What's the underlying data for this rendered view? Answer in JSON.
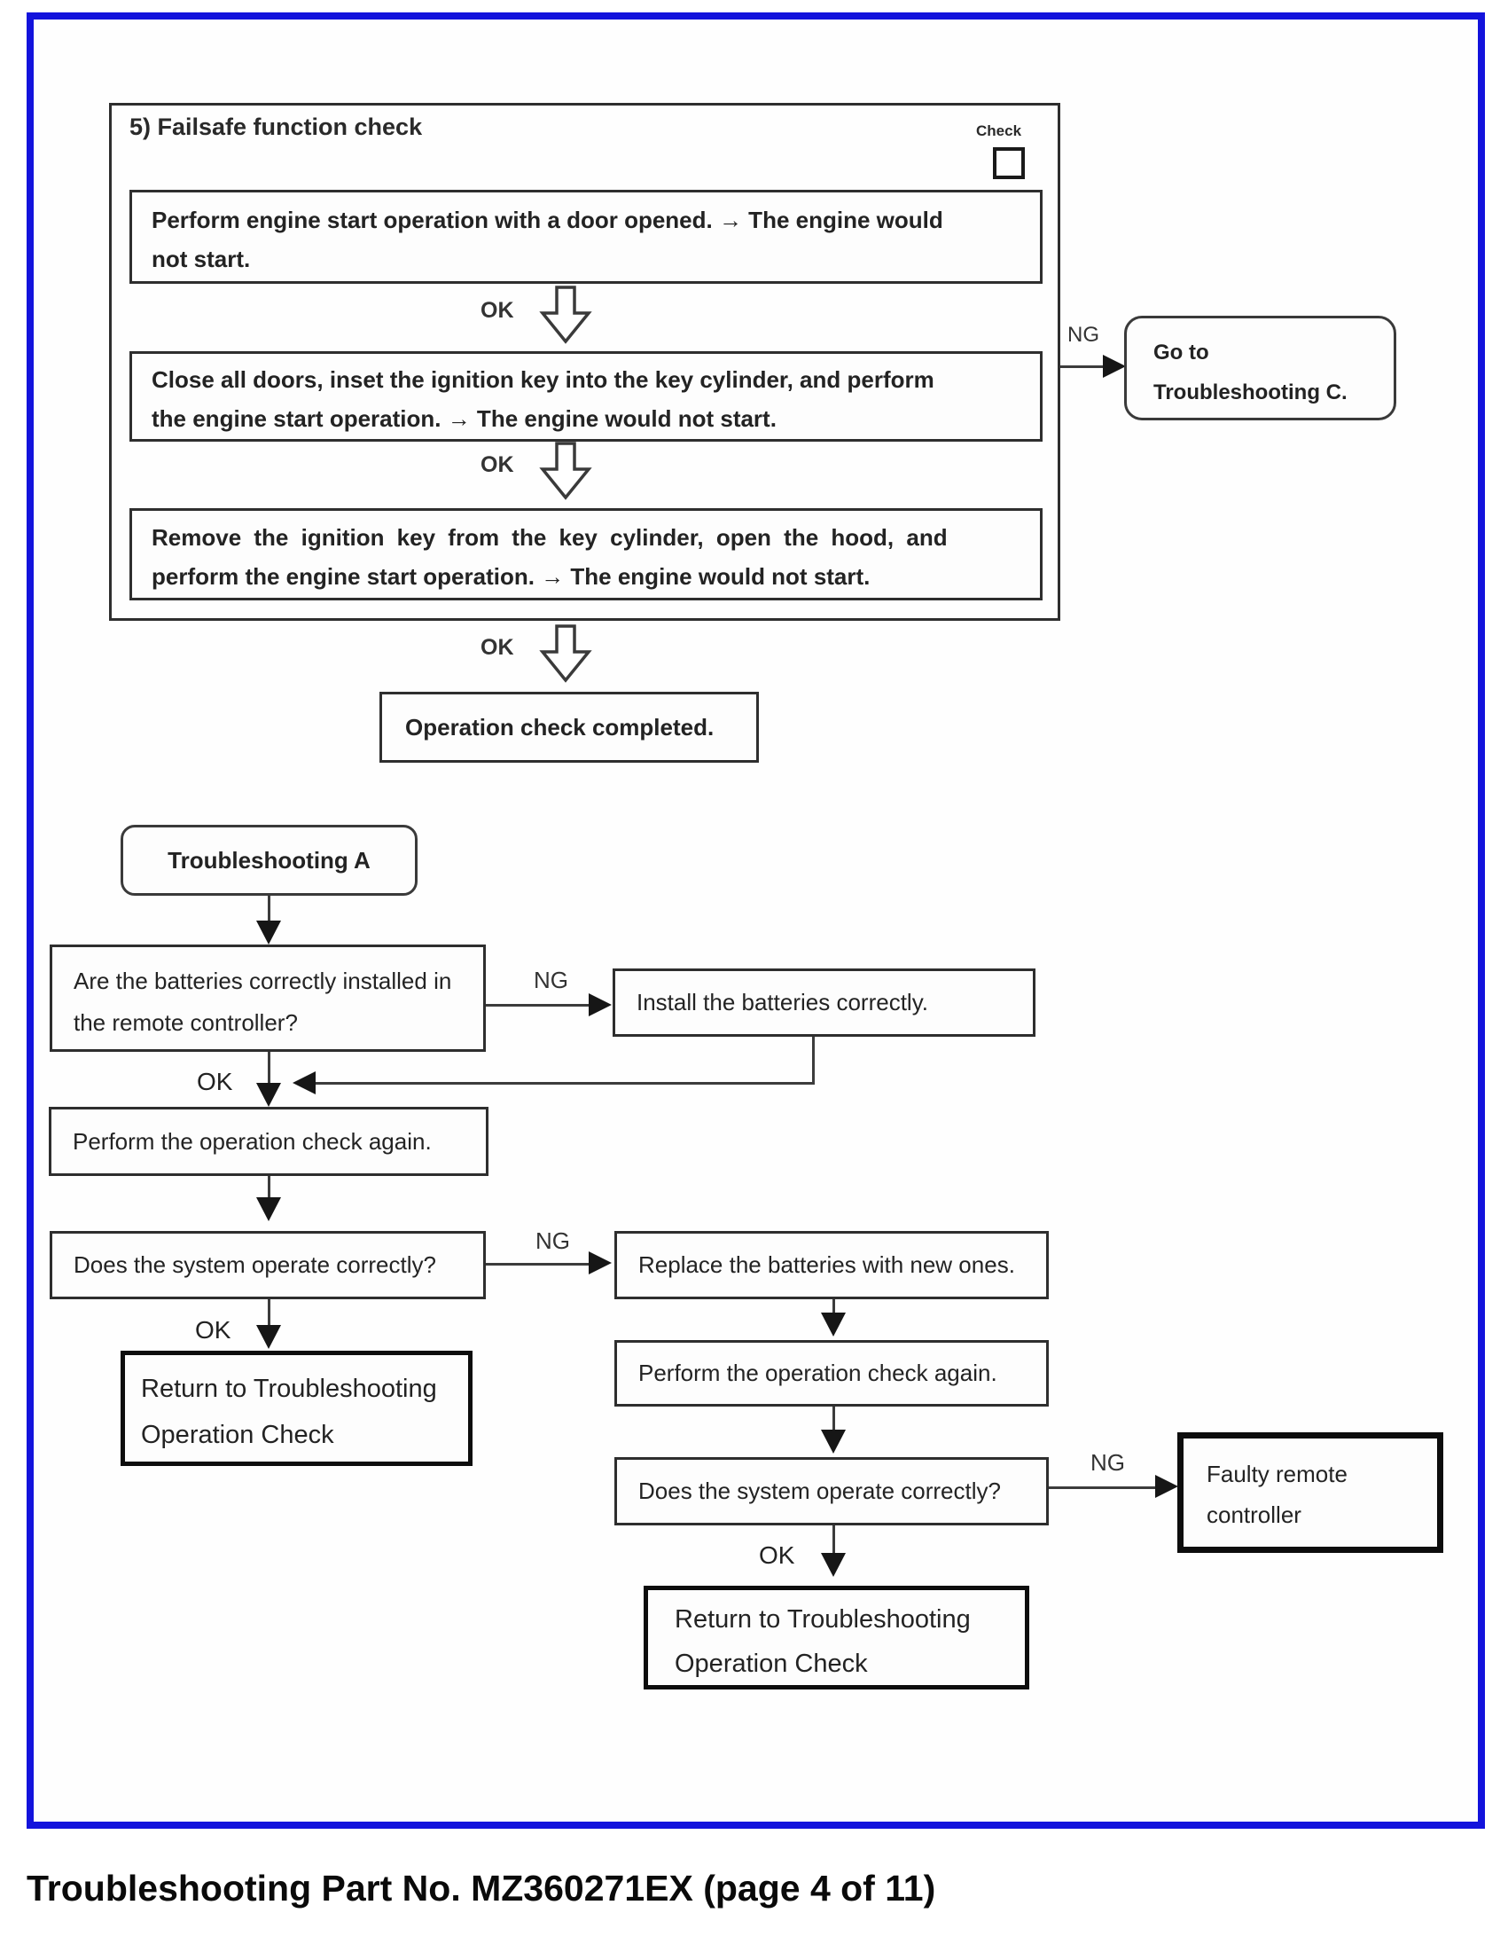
{
  "labels": {
    "ok": "OK",
    "ng": "NG"
  },
  "frame": {
    "border_color": "#1313dc"
  },
  "failsafe": {
    "title": "5) Failsafe function check",
    "check": "Check",
    "step1_line1": "Perform engine start operation with a door opened. → The engine would",
    "step1_line2": "not start.",
    "step2_line1": "Close all doors, inset the ignition key into the key cylinder, and perform",
    "step2_line2": "the engine start operation. → The engine would not start.",
    "step3_line1": "Remove the ignition key from the key cylinder, open the hood, and",
    "step3_line2": "perform the engine start operation. → The engine would not start.",
    "goto_line1": "Go to",
    "goto_line2": "Troubleshooting C.",
    "complete": "Operation check completed."
  },
  "flow_a": {
    "start": "Troubleshooting A",
    "q1_line1": "Are the batteries correctly installed in",
    "q1_line2": "the remote controller?",
    "install": "Install the batteries correctly.",
    "perform1": "Perform the operation check again.",
    "q2": "Does the system operate correctly?",
    "return1_line1": "Return to Troubleshooting",
    "return1_line2": "Operation Check",
    "replace": "Replace the batteries with new ones.",
    "perform2": "Perform the operation check again.",
    "q3": "Does the system operate correctly?",
    "faulty_line1": "Faulty remote",
    "faulty_line2": "controller",
    "return2_line1": "Return to Troubleshooting",
    "return2_line2": "Operation Check"
  },
  "caption": "Troubleshooting Part No. MZ360271EX (page 4 of 11)"
}
